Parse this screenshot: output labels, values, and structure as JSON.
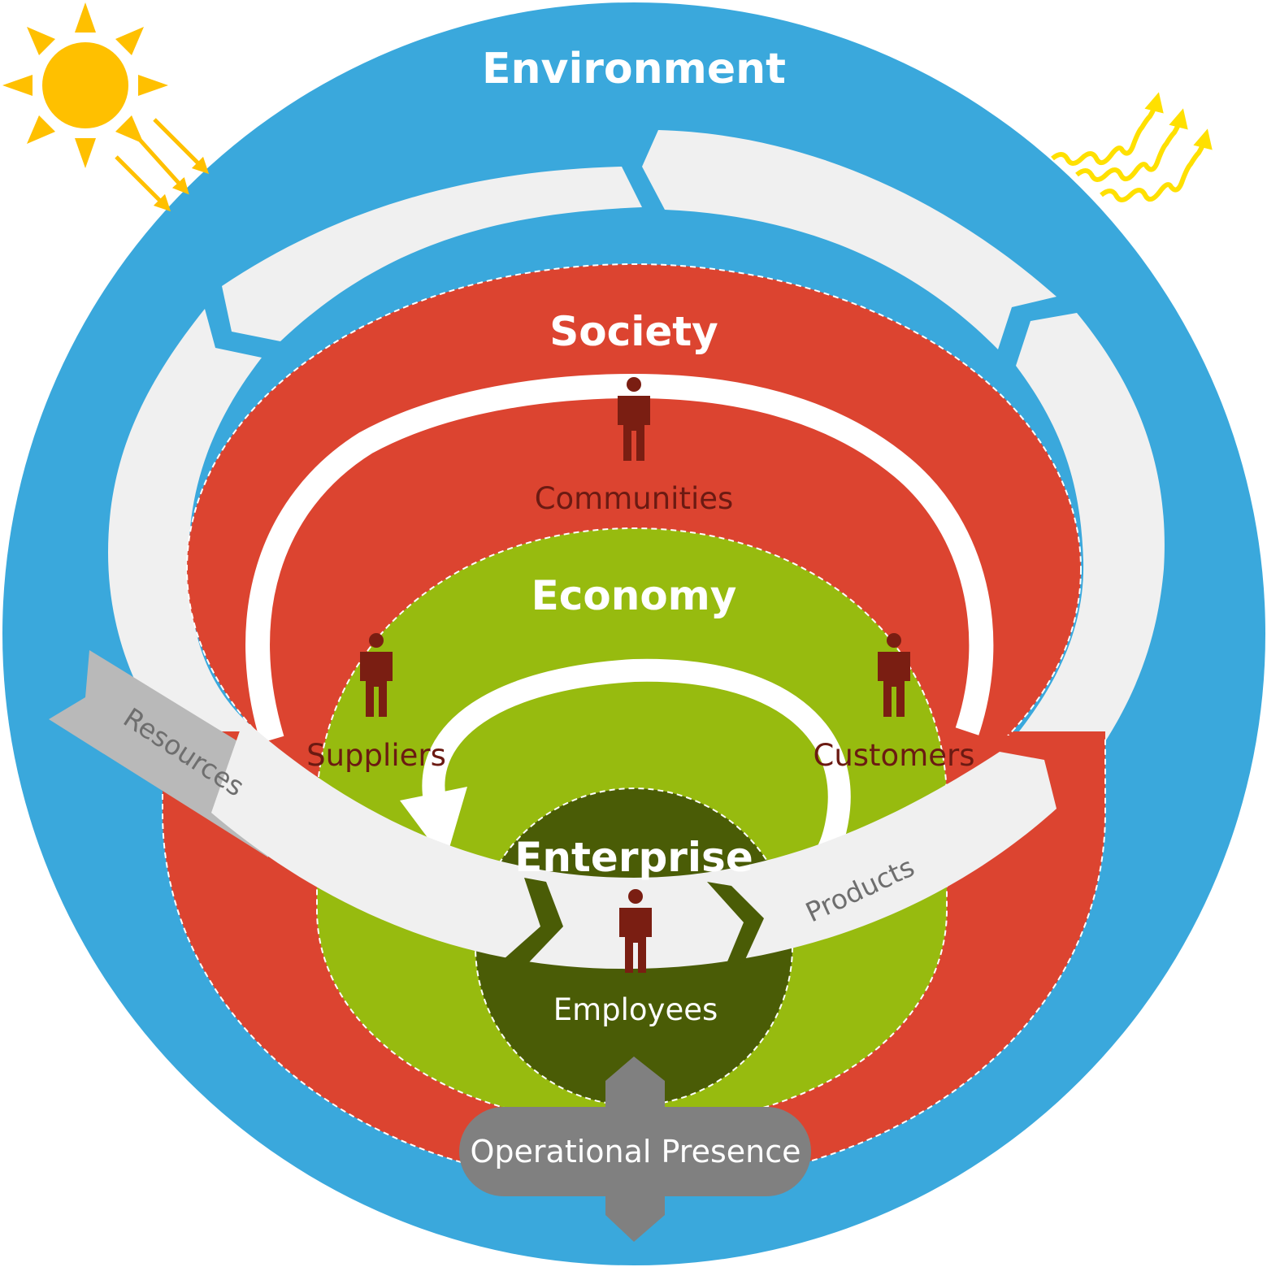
{
  "titles": {
    "environment": "Environment",
    "society": "Society",
    "economy": "Economy",
    "enterprise": "Enterprise"
  },
  "stakeholders": {
    "communities": "Communities",
    "suppliers": "Suppliers",
    "customers": "Customers",
    "employees": "Employees"
  },
  "flows": {
    "resources": "Resources",
    "products": "Products"
  },
  "operational_presence": "Operational Presence",
  "colors": {
    "environment": "#3aa8dc",
    "society": "#dc4430",
    "economy": "#97bb0f",
    "enterprise": "#4a5c06",
    "cycle_arrows": "#f0f0f0",
    "resources_arrow": "#b9b9b9",
    "operational_presence": "#808080",
    "person": "#7a1e12",
    "sun": "#ffc000"
  },
  "icons": [
    "sun-icon",
    "heat-radiation-icon",
    "person-icon"
  ]
}
